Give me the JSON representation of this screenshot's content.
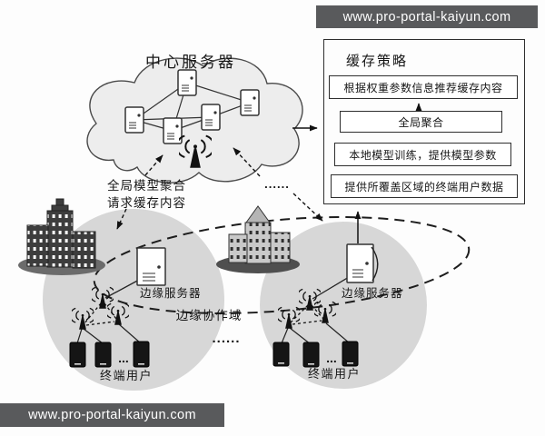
{
  "watermarks": {
    "top": "www.pro-portal-kaiyun.com",
    "bottom": "www.pro-portal-kaiyun.com"
  },
  "cloud": {
    "title": "中心服务器"
  },
  "cloud_links": {
    "up_label": "全局模型聚合",
    "down_label": "请求缓存内容",
    "right_ellipsis": "......"
  },
  "panel": {
    "title": "缓存策略",
    "boxes": [
      "根据权重参数信息推荐缓存内容",
      "全局聚合",
      "本地模型训练，提供模型参数",
      "提供所覆盖区域的终端用户数据"
    ]
  },
  "regions": {
    "domain_label": "边缘协作域",
    "between_ellipsis": "......",
    "left": {
      "server_label": "边缘服务器",
      "users_label": "终端用户",
      "phones_ellipsis": "..."
    },
    "right": {
      "server_label": "边缘服务器",
      "users_label": "终端用户",
      "phones_ellipsis": "..."
    }
  },
  "icons": {
    "cloud": "cloud-outline",
    "server": "server-box",
    "antenna": "radio-tower",
    "building": "city-buildings",
    "phone": "mobile-device"
  },
  "colors": {
    "watermark_bg": "#595a5c",
    "watermark_text": "#ffffff",
    "cloud_fill": "#ededed",
    "coverage_circle": "#d7d7d7",
    "line": "#1d1d1d",
    "box_bg": "#ffffff"
  }
}
